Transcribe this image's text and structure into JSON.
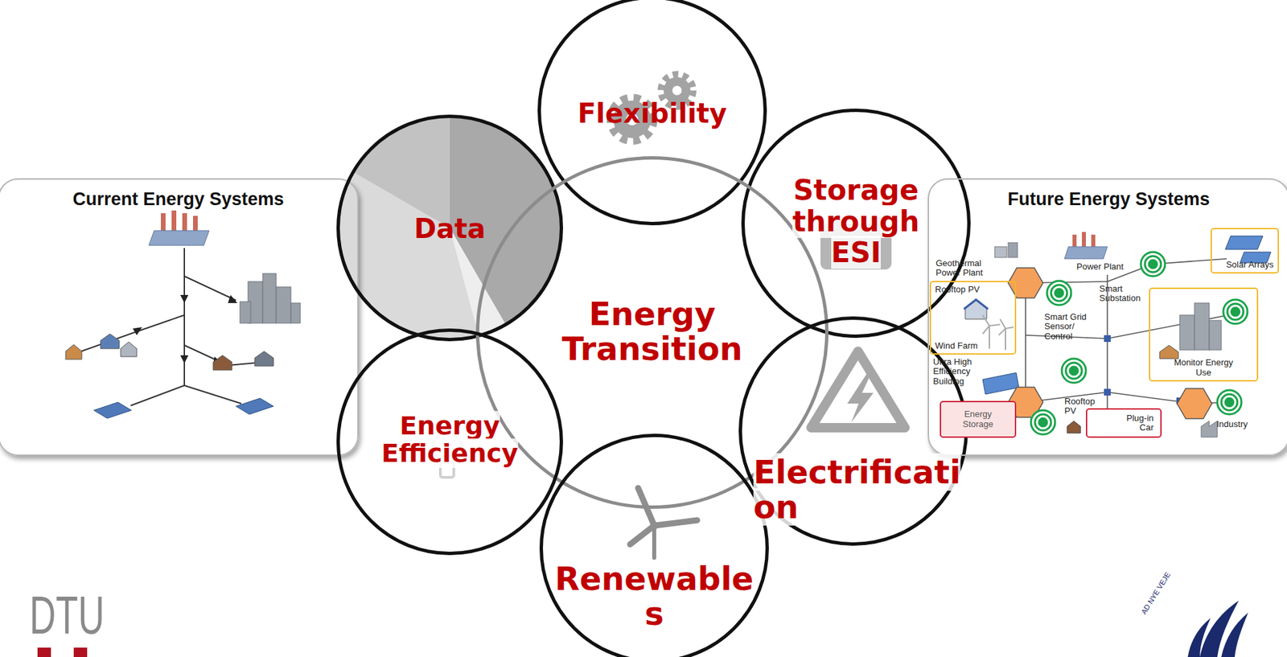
{
  "diagram": {
    "nodes": [
      {
        "text": [
          "Current Energy Systems"
        ]
      },
      {
        "text": [
          "Flexibility"
        ]
      },
      {
        "text": [
          "Data"
        ]
      },
      {
        "text": [
          "Storage through ESI"
        ]
      },
      {
        "text": [
          "Energy Transition"
        ]
      },
      {
        "text": [
          "Energy Efficiency"
        ]
      },
      {
        "text": [
          "Electrification"
        ]
      },
      {
        "text": [
          "Renewables"
        ]
      },
      {
        "text": [
          "Future Energy Systems"
        ]
      },
      {
        "text": [
          "Solar Arrays"
        ],
        "in": 8
      },
      {
        "text": [
          "Rooftop PV",
          "Wind Farm"
        ],
        "in": 8
      },
      {
        "text": [
          "Monitor Energy Use"
        ],
        "in": 8
      },
      {
        "text": [
          "Energy Storage"
        ],
        "in": 8
      },
      {
        "text": [
          "Plug-in Car"
        ],
        "in": 8
      }
    ],
    "labels": [
      "Geothermal Power Plant",
      "Power Plant",
      "Smart Substation",
      "Smart Grid Sensor/ Control",
      "Ultra High Efficiency Building",
      "Rooftop PV",
      "Industry",
      "DTU",
      "AD NYE VEJE"
    ]
  }
}
